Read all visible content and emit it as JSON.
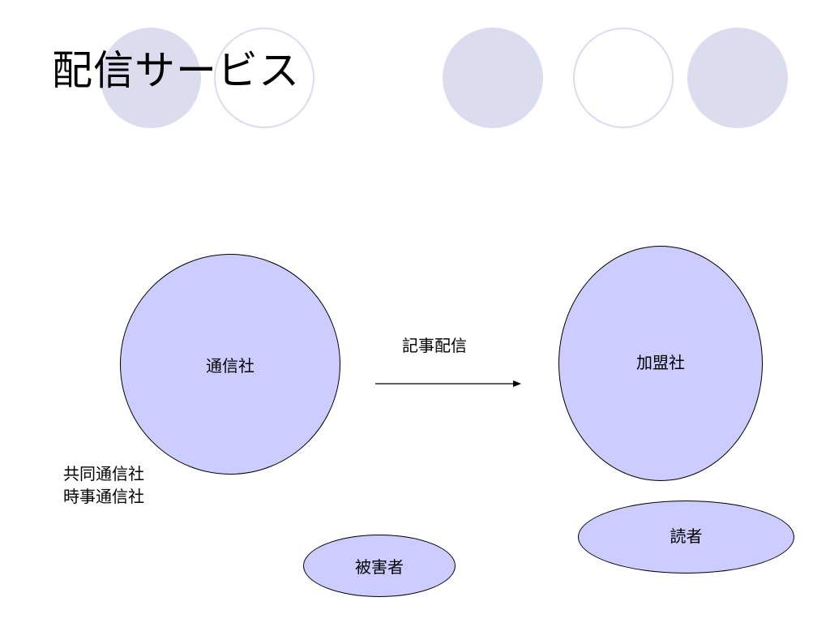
{
  "slide": {
    "title": "配信サービス"
  },
  "diagram": {
    "nodes": {
      "tsushinsha": "通信社",
      "kameisha": "加盟社",
      "higaisha": "被害者",
      "dokusha": "読者"
    },
    "edge_label": "記事配信",
    "agencies": [
      "共同通信社",
      "時事通信社"
    ]
  },
  "colors": {
    "node_fill": "#ccccff",
    "decor_fill": "#dcdcef",
    "stroke": "#000000"
  }
}
